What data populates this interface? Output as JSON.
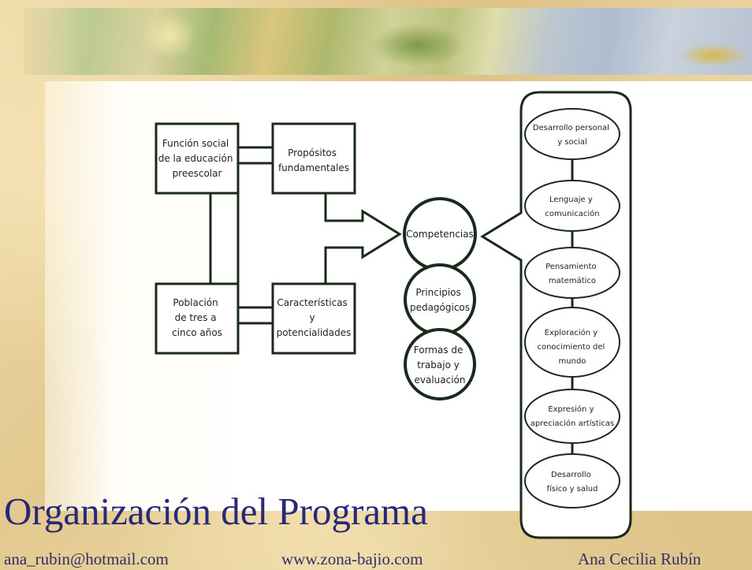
{
  "slide": {
    "title": "Organización del Programa",
    "footer": {
      "email": "ana_rubin@hotmail.com",
      "website": "www.zona-bajio.com",
      "author": "Ana Cecilia Rubín"
    }
  },
  "diagram": {
    "boxes": {
      "funcion_social": [
        "Función social",
        "de la educación",
        "preescolar"
      ],
      "propositos": [
        "Propósitos",
        "fundamentales"
      ],
      "poblacion": [
        "Población",
        "de tres a",
        "cinco años"
      ],
      "caracteristicas": [
        "Características",
        "y",
        "potencialidades"
      ]
    },
    "circles": {
      "competencias": [
        "Competencias"
      ],
      "principios": [
        "Principios",
        "pedagógicos"
      ],
      "formas": [
        "Formas de",
        "trabajo y",
        "evaluación"
      ]
    },
    "fields": [
      [
        "Desarrollo personal",
        "y social"
      ],
      [
        "Lenguaje y",
        "comunicación"
      ],
      [
        "Pensamiento",
        "matemático"
      ],
      [
        "Exploración y",
        "conocimiento del",
        "mundo"
      ],
      [
        "Expresión y",
        "apreciación artísticas"
      ],
      [
        "Desarrollo",
        "físico y salud"
      ]
    ]
  }
}
